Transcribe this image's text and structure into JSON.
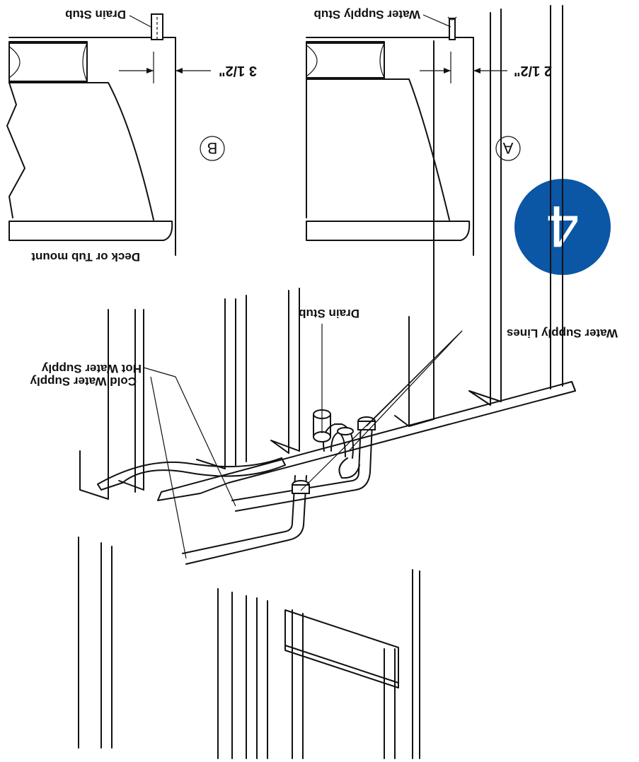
{
  "step": {
    "number": "4",
    "color": "#0b56a5"
  },
  "detail_a": {
    "marker": "A",
    "dimension": "2 1/2\"",
    "stub_label": "Water Supply Stub"
  },
  "detail_b": {
    "marker": "B",
    "dimension": "3 1/2\"",
    "stub_label": "Drain Stub",
    "mount_label": "Deck or Tub mount"
  },
  "main": {
    "hot_label": "Hot Water Supply",
    "cold_label": "Cold Water Supply",
    "drain_label": "Drain Stub",
    "supply_lines_label": "Water Supply Lines"
  }
}
